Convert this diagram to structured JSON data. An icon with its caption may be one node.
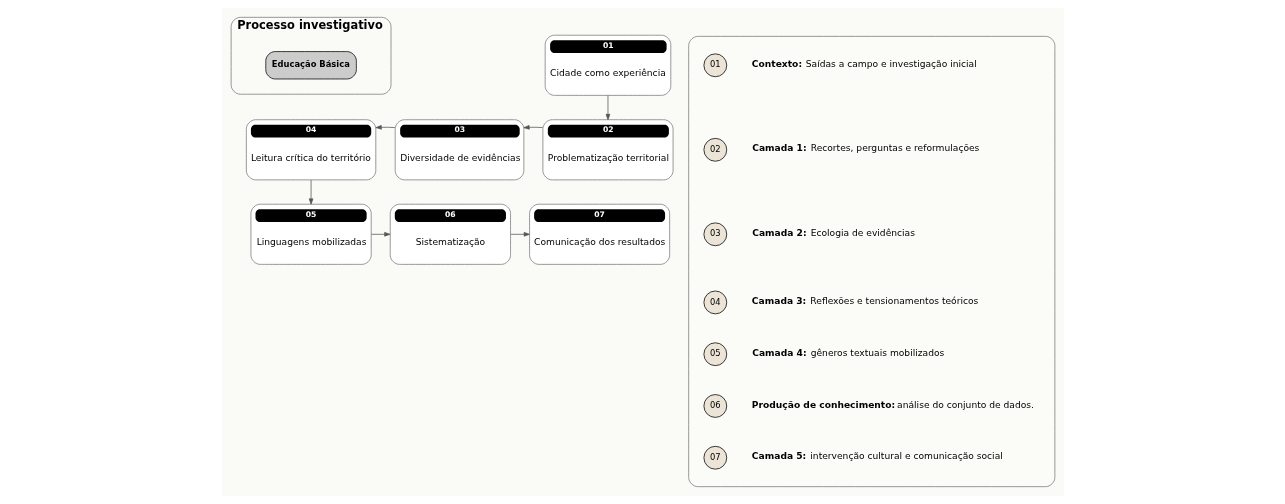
{
  "diagram": {
    "nodes": [
      {
        "text": [
          "Processo investigativo"
        ]
      },
      {
        "text": [
          "Educação Básica"
        ],
        "in": 0
      },
      {
        "text": [
          "01",
          "Cidade como experiência"
        ]
      },
      {
        "text": [
          "02",
          "Problematização territorial"
        ]
      },
      {
        "text": [
          "03",
          "Diversidade de evidências"
        ]
      },
      {
        "text": [
          "04",
          "Leitura crítica do território"
        ]
      },
      {
        "text": [
          "05",
          "Linguagens mobilizadas"
        ]
      },
      {
        "text": [
          "06",
          "Sistematização"
        ]
      },
      {
        "text": [
          "07",
          "Comunicação dos resultados"
        ]
      },
      {
        "text": [],
        "shape": "box"
      },
      {
        "text": [
          "01"
        ],
        "in": 9,
        "beside": [
          "Contexto:",
          "Saídas a campo e investigação inicial"
        ]
      },
      {
        "text": [
          "02"
        ],
        "in": 9,
        "beside": [
          "Camada 1:",
          "Recortes, perguntas e reformulações"
        ]
      },
      {
        "text": [
          "03"
        ],
        "in": 9,
        "beside": [
          "Camada 2:",
          "Ecologia de evidências"
        ]
      },
      {
        "text": [
          "04"
        ],
        "in": 9,
        "beside": [
          "Camada 3:",
          "Reflexões e tensionamentos teóricos"
        ]
      },
      {
        "text": [
          "05"
        ],
        "in": 9,
        "beside": [
          "Camada 4:",
          "gêneros textuais mobilizados"
        ]
      },
      {
        "text": [
          "06"
        ],
        "in": 9,
        "beside": [
          "Produção de conhecimento:",
          "análise do conjunto de dados."
        ]
      },
      {
        "text": [
          "07"
        ],
        "in": 9,
        "beside": [
          "Camada 5:",
          "intervenção cultural e comunicação social"
        ]
      }
    ],
    "edges": [
      {
        "from": 2,
        "to": 3,
        "arrow": "to"
      },
      {
        "from": 3,
        "to": 4,
        "arrow": "to"
      },
      {
        "from": 4,
        "to": 5,
        "arrow": "to"
      },
      {
        "from": 5,
        "to": 6,
        "arrow": "to"
      },
      {
        "from": 6,
        "to": 7,
        "arrow": "to"
      },
      {
        "from": 7,
        "to": 8,
        "arrow": "to"
      }
    ]
  }
}
